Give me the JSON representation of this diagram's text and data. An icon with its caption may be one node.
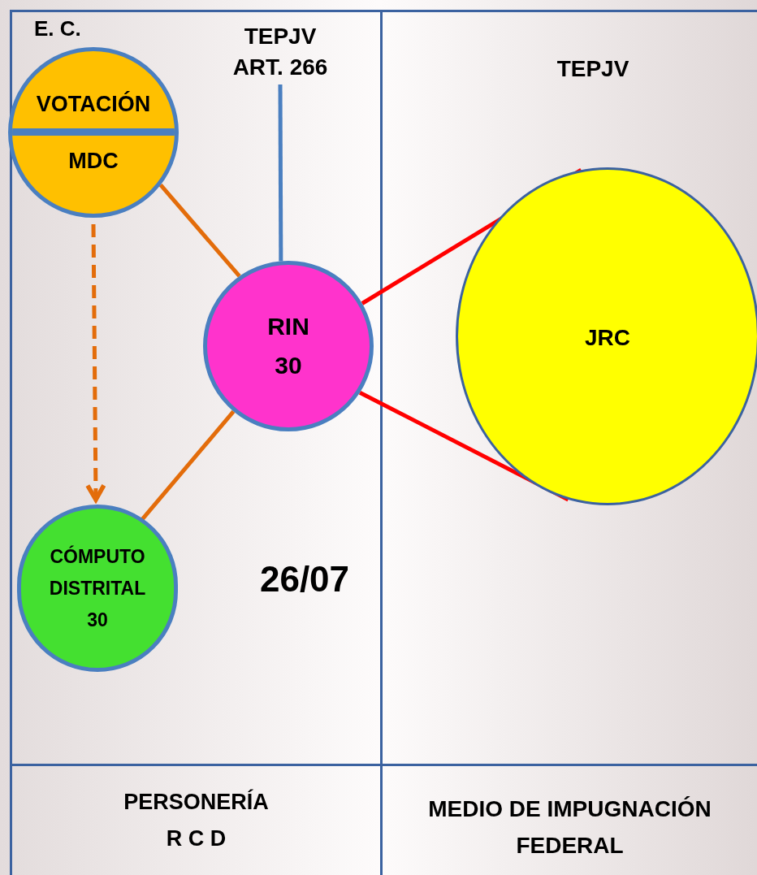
{
  "diagram": {
    "nodes": [
      {
        "text": [
          "TEPJV ART. 266"
        ]
      },
      {
        "text": [
          "VOTACIÓN",
          "MDC"
        ],
        "beside": [
          "E. C."
        ]
      },
      {
        "text": [
          "RIN 30"
        ]
      },
      {
        "text": [
          "CÓMPUTO DISTRITAL 30"
        ]
      },
      {
        "text": [
          "JRC"
        ]
      },
      {
        "text": [
          "PERSONERÍA R C D"
        ]
      },
      {
        "text": [
          "MEDIO DE IMPUGNACIÓN FEDERAL"
        ]
      }
    ],
    "edges": [
      {
        "from": 0,
        "to": 2,
        "arrow": "none",
        "color": "#4a7fc0"
      },
      {
        "from": 1,
        "to": 2,
        "arrow": "none",
        "color": "#e36c0a"
      },
      {
        "from": 2,
        "to": 3,
        "arrow": "none",
        "color": "#e36c0a"
      },
      {
        "from": 1,
        "to": 3,
        "arrow": "to",
        "style": "dashed",
        "color": "#e36c0a"
      },
      {
        "from": 2,
        "to": 4,
        "arrow": "none",
        "color": "#ff0000"
      },
      {
        "from": 2,
        "to": 4,
        "arrow": "none",
        "color": "#ff0000"
      }
    ],
    "labels": [
      "TEPJV",
      "26/07"
    ]
  }
}
